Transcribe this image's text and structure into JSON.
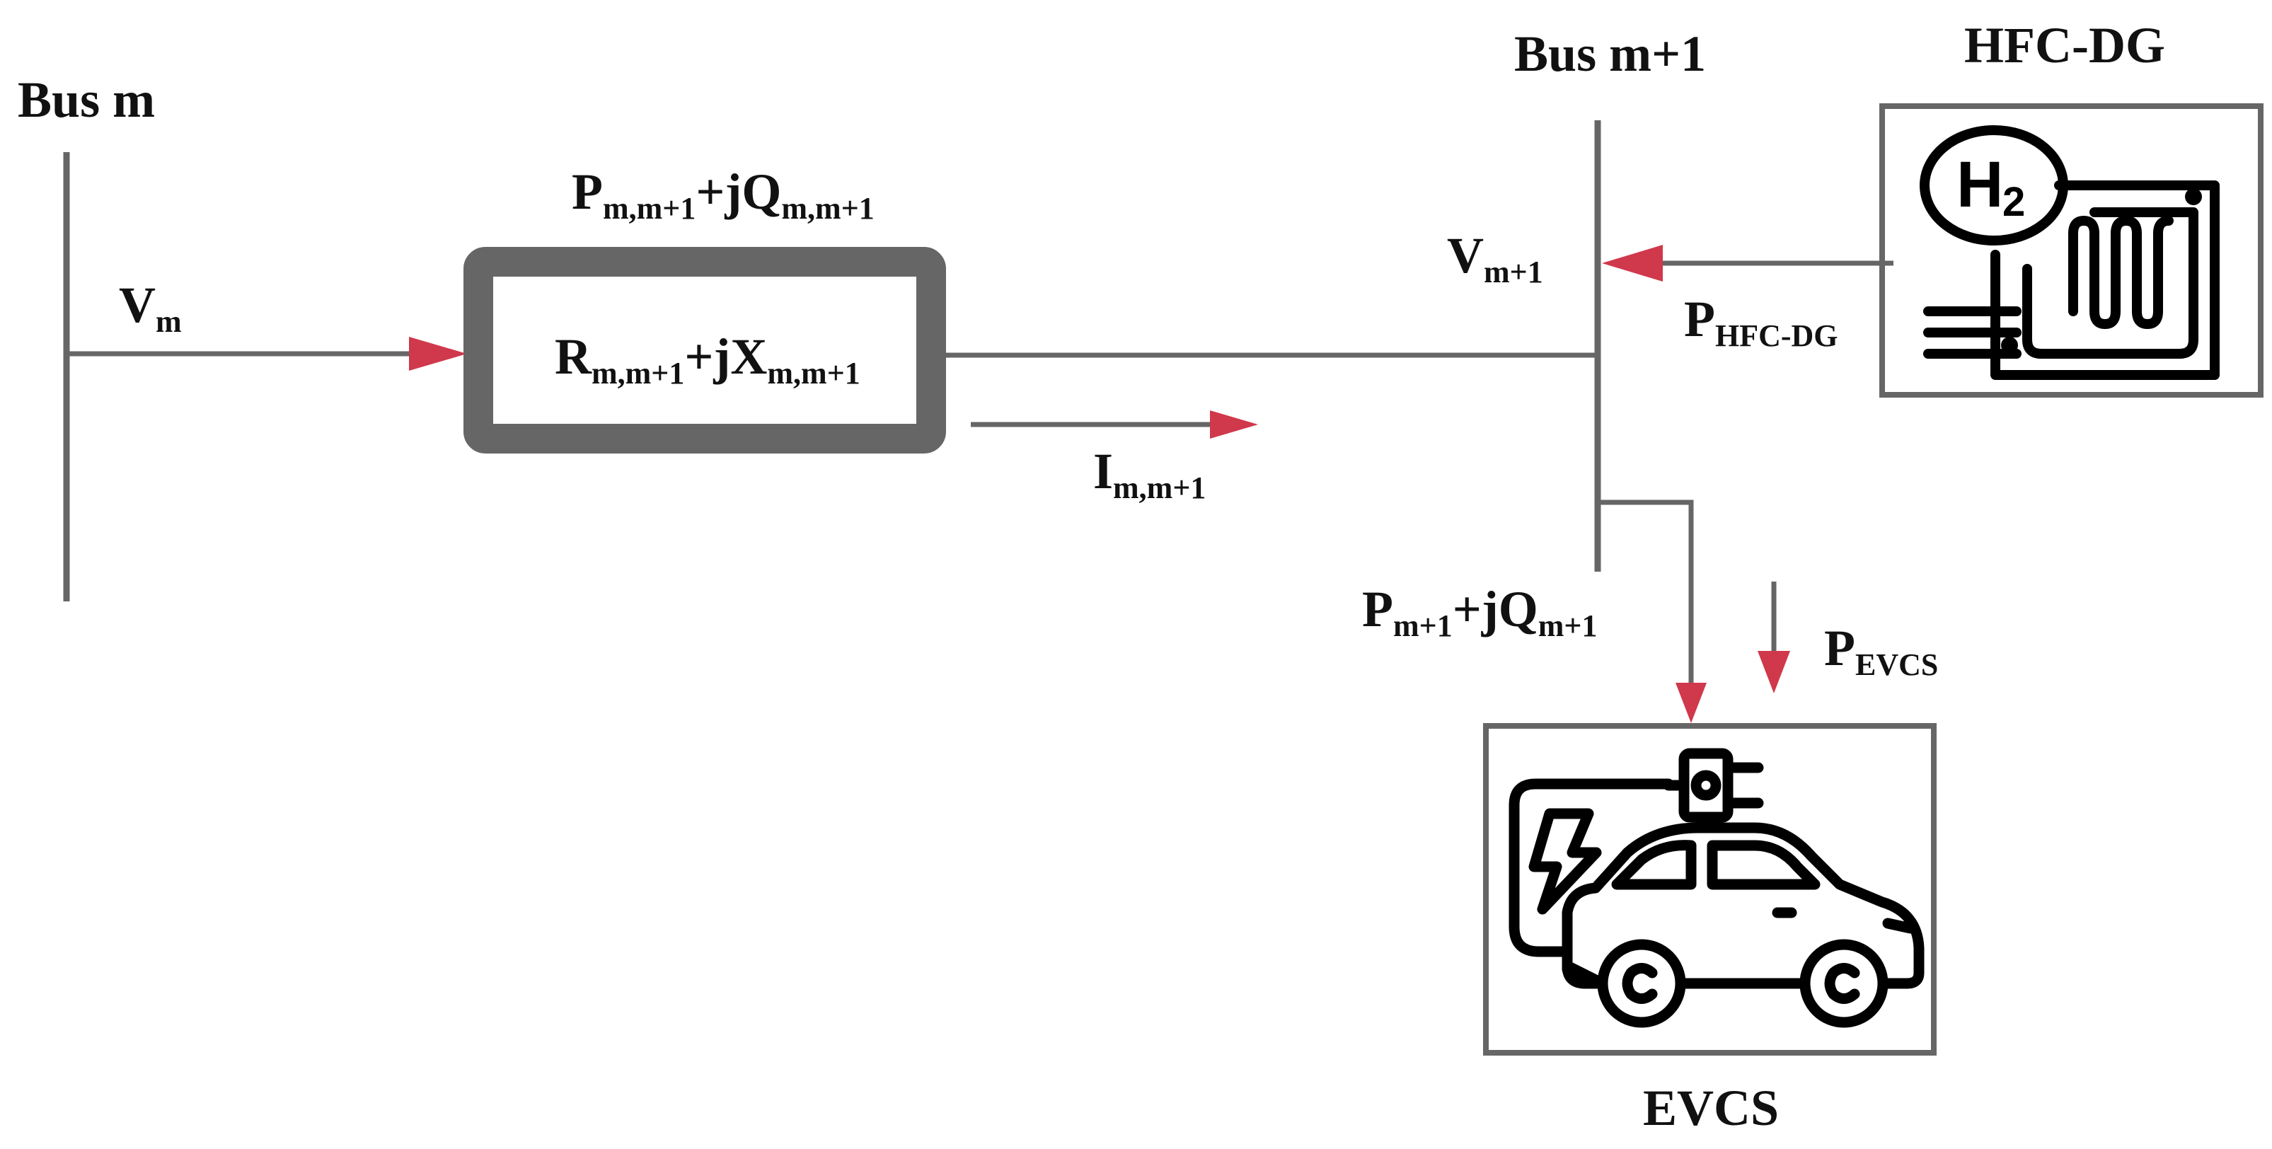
{
  "labels": {
    "bus_m": "Bus m",
    "bus_m1": "Bus m+1",
    "hfc_title": "HFC-DG",
    "evcs_title": "EVCS"
  },
  "symbols": {
    "vm": {
      "main": "V",
      "sub": "m"
    },
    "line_power": {
      "p": "P",
      "p_sub": "m,m+1",
      "mid": "+jQ",
      "q_sub": "m,m+1"
    },
    "impedance": {
      "r": "R",
      "r_sub": "m,m+1",
      "mid": "+jX",
      "x_sub": "m,m+1"
    },
    "current": {
      "main": "I",
      "sub": "m,m+1"
    },
    "vm1": {
      "main": "V",
      "sub": "m+1"
    },
    "p_hfc": {
      "main": "P",
      "sub": "HFC-DG"
    },
    "load_power": {
      "p": "P",
      "p_sub": "m+1",
      "mid": "+jQ",
      "q_sub": "m+1"
    },
    "p_evcs": {
      "main": "P",
      "sub": "EVCS"
    }
  },
  "icons": {
    "h2_badge": "H",
    "h2_sub": "2",
    "fuel_cell": "fuel-cell-icon",
    "ev": "electric-car-charging-icon"
  },
  "colors": {
    "line": "#666666",
    "arrow": "#d0384b",
    "text": "#111111",
    "icon": "#000000"
  }
}
